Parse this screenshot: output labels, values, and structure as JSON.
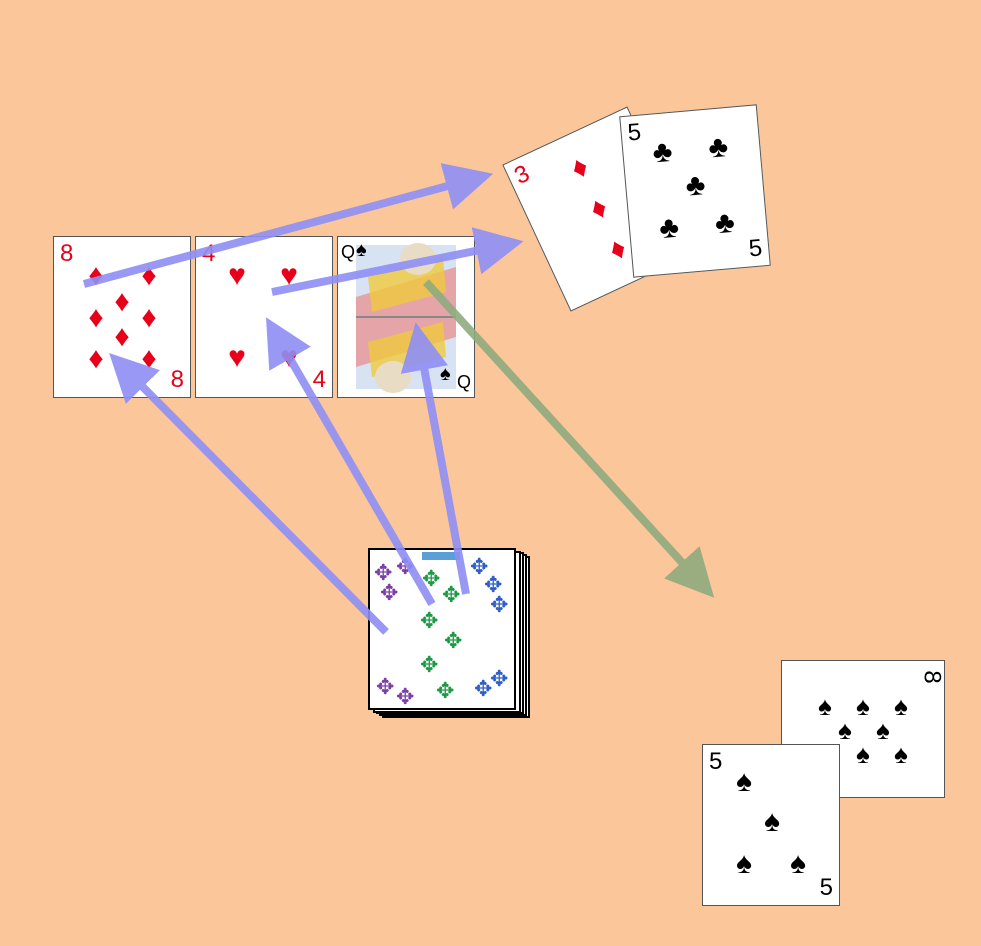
{
  "table": {
    "background": "#fbc69a"
  },
  "row_cards": [
    {
      "rank": "8",
      "suit": "♦",
      "color": "#e8001a",
      "name": "eight-of-diamonds"
    },
    {
      "rank": "4",
      "suit": "♥",
      "color": "#e8001a",
      "name": "four-of-hearts"
    },
    {
      "rank": "Q",
      "suit": "♠",
      "color": "#000000",
      "name": "queen-of-spades"
    }
  ],
  "top_right_pile": [
    {
      "rank": "3",
      "suit": "♦",
      "color": "#e8001a"
    },
    {
      "rank": "5",
      "suit": "♣",
      "color": "#000000"
    }
  ],
  "bottom_right_pile": [
    {
      "rank": "8",
      "suit": "♠",
      "color": "#000000"
    },
    {
      "rank": "5",
      "suit": "♠",
      "color": "#000000"
    }
  ],
  "arrow_colors": {
    "blue": "#8f8ff5",
    "green": "#8fab7f"
  },
  "deck": {
    "back_icon": "critter-pattern"
  }
}
